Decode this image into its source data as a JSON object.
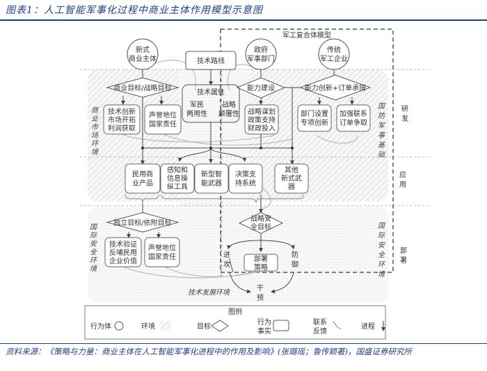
{
  "title": "图表1：人工智能军事化过程中商业主体作用模型示意图",
  "source": "资料来源：《策略与力量：商业主体在人工智能军事化进程中的作用及影响》(张璐瑶；鲁传颖著)，国盛证券研究所",
  "colors": {
    "brand": "#1f3c88",
    "line": "#555555",
    "box_stroke": "#666666"
  },
  "diagram": {
    "military_complex_label": "军工复合体模型",
    "stage_labels": {
      "rnd": [
        "研",
        "发"
      ],
      "application": [
        "应",
        "用"
      ],
      "deployment": [
        "部",
        "署"
      ]
    },
    "env_labels": {
      "commercial_market": [
        "商",
        "业",
        "市",
        "场",
        "环",
        "境"
      ],
      "defense_military": [
        "国",
        "防",
        "军",
        "事",
        "基",
        "础"
      ],
      "intl_security_left": [
        "国",
        "际",
        "安",
        "全",
        "环",
        "境"
      ],
      "intl_security_right": [
        "国",
        "际",
        "安",
        "全",
        "环",
        "境"
      ],
      "tech_development": "技术发展环境"
    },
    "actors": {
      "new_commercial": [
        "新式",
        "商业主体"
      ],
      "gov_military": [
        "政府",
        "军事部门"
      ],
      "traditional_defense": [
        "传统",
        "军工企业"
      ]
    },
    "tech_route": "技术路线",
    "goals": {
      "commercial_strategic": "商业目标/战略目标",
      "capability_building": "能力建设",
      "capability_innovation": "能力创新+订单承接",
      "independent_dependent": "独立目标/依附目标",
      "strategic_security": [
        "战略安",
        "全目标"
      ]
    },
    "tech_attribute": {
      "title": "技术属性",
      "left": [
        "军民",
        "两用性"
      ],
      "right": [
        "战略",
        "颠覆性"
      ]
    },
    "facts": {
      "tech_innovation": [
        "技术创新",
        "市场开拓",
        "利润获取"
      ],
      "reputation_1": [
        "声誉地位",
        "国家责任"
      ],
      "strategic_planning": [
        "战略谋划",
        "政策支持",
        "财政投入"
      ],
      "dept_setup": [
        "部门设置",
        "专项创新"
      ],
      "strengthen_contact": [
        "加强联系",
        "订单争取"
      ],
      "civil_products": [
        "民用商",
        "业产品"
      ],
      "perception_tools": [
        "感知和",
        "信息操",
        "纵工具"
      ],
      "smart_weapons": [
        "新型智",
        "能武器"
      ],
      "decision_support": [
        "决策支",
        "持系统"
      ],
      "other_weapons": [
        "其他",
        "新式武",
        "器"
      ],
      "tech_validation": [
        "技术验证",
        "反哺民用",
        "企业价值"
      ],
      "reputation_2": [
        "声誉地位",
        "国家责任"
      ],
      "deployment_strategy": [
        "部署",
        "策略"
      ]
    },
    "actions": {
      "attack": [
        "进",
        "攻"
      ],
      "defense": [
        "防",
        "御"
      ],
      "intervention": [
        "干",
        "预"
      ]
    },
    "legend": {
      "title": "图例",
      "actor": "行为体",
      "environment": "环境",
      "goal": "目标",
      "fact": [
        "行为",
        "事实"
      ],
      "feedback": [
        "联系",
        "反馈"
      ],
      "process": "进程"
    }
  }
}
